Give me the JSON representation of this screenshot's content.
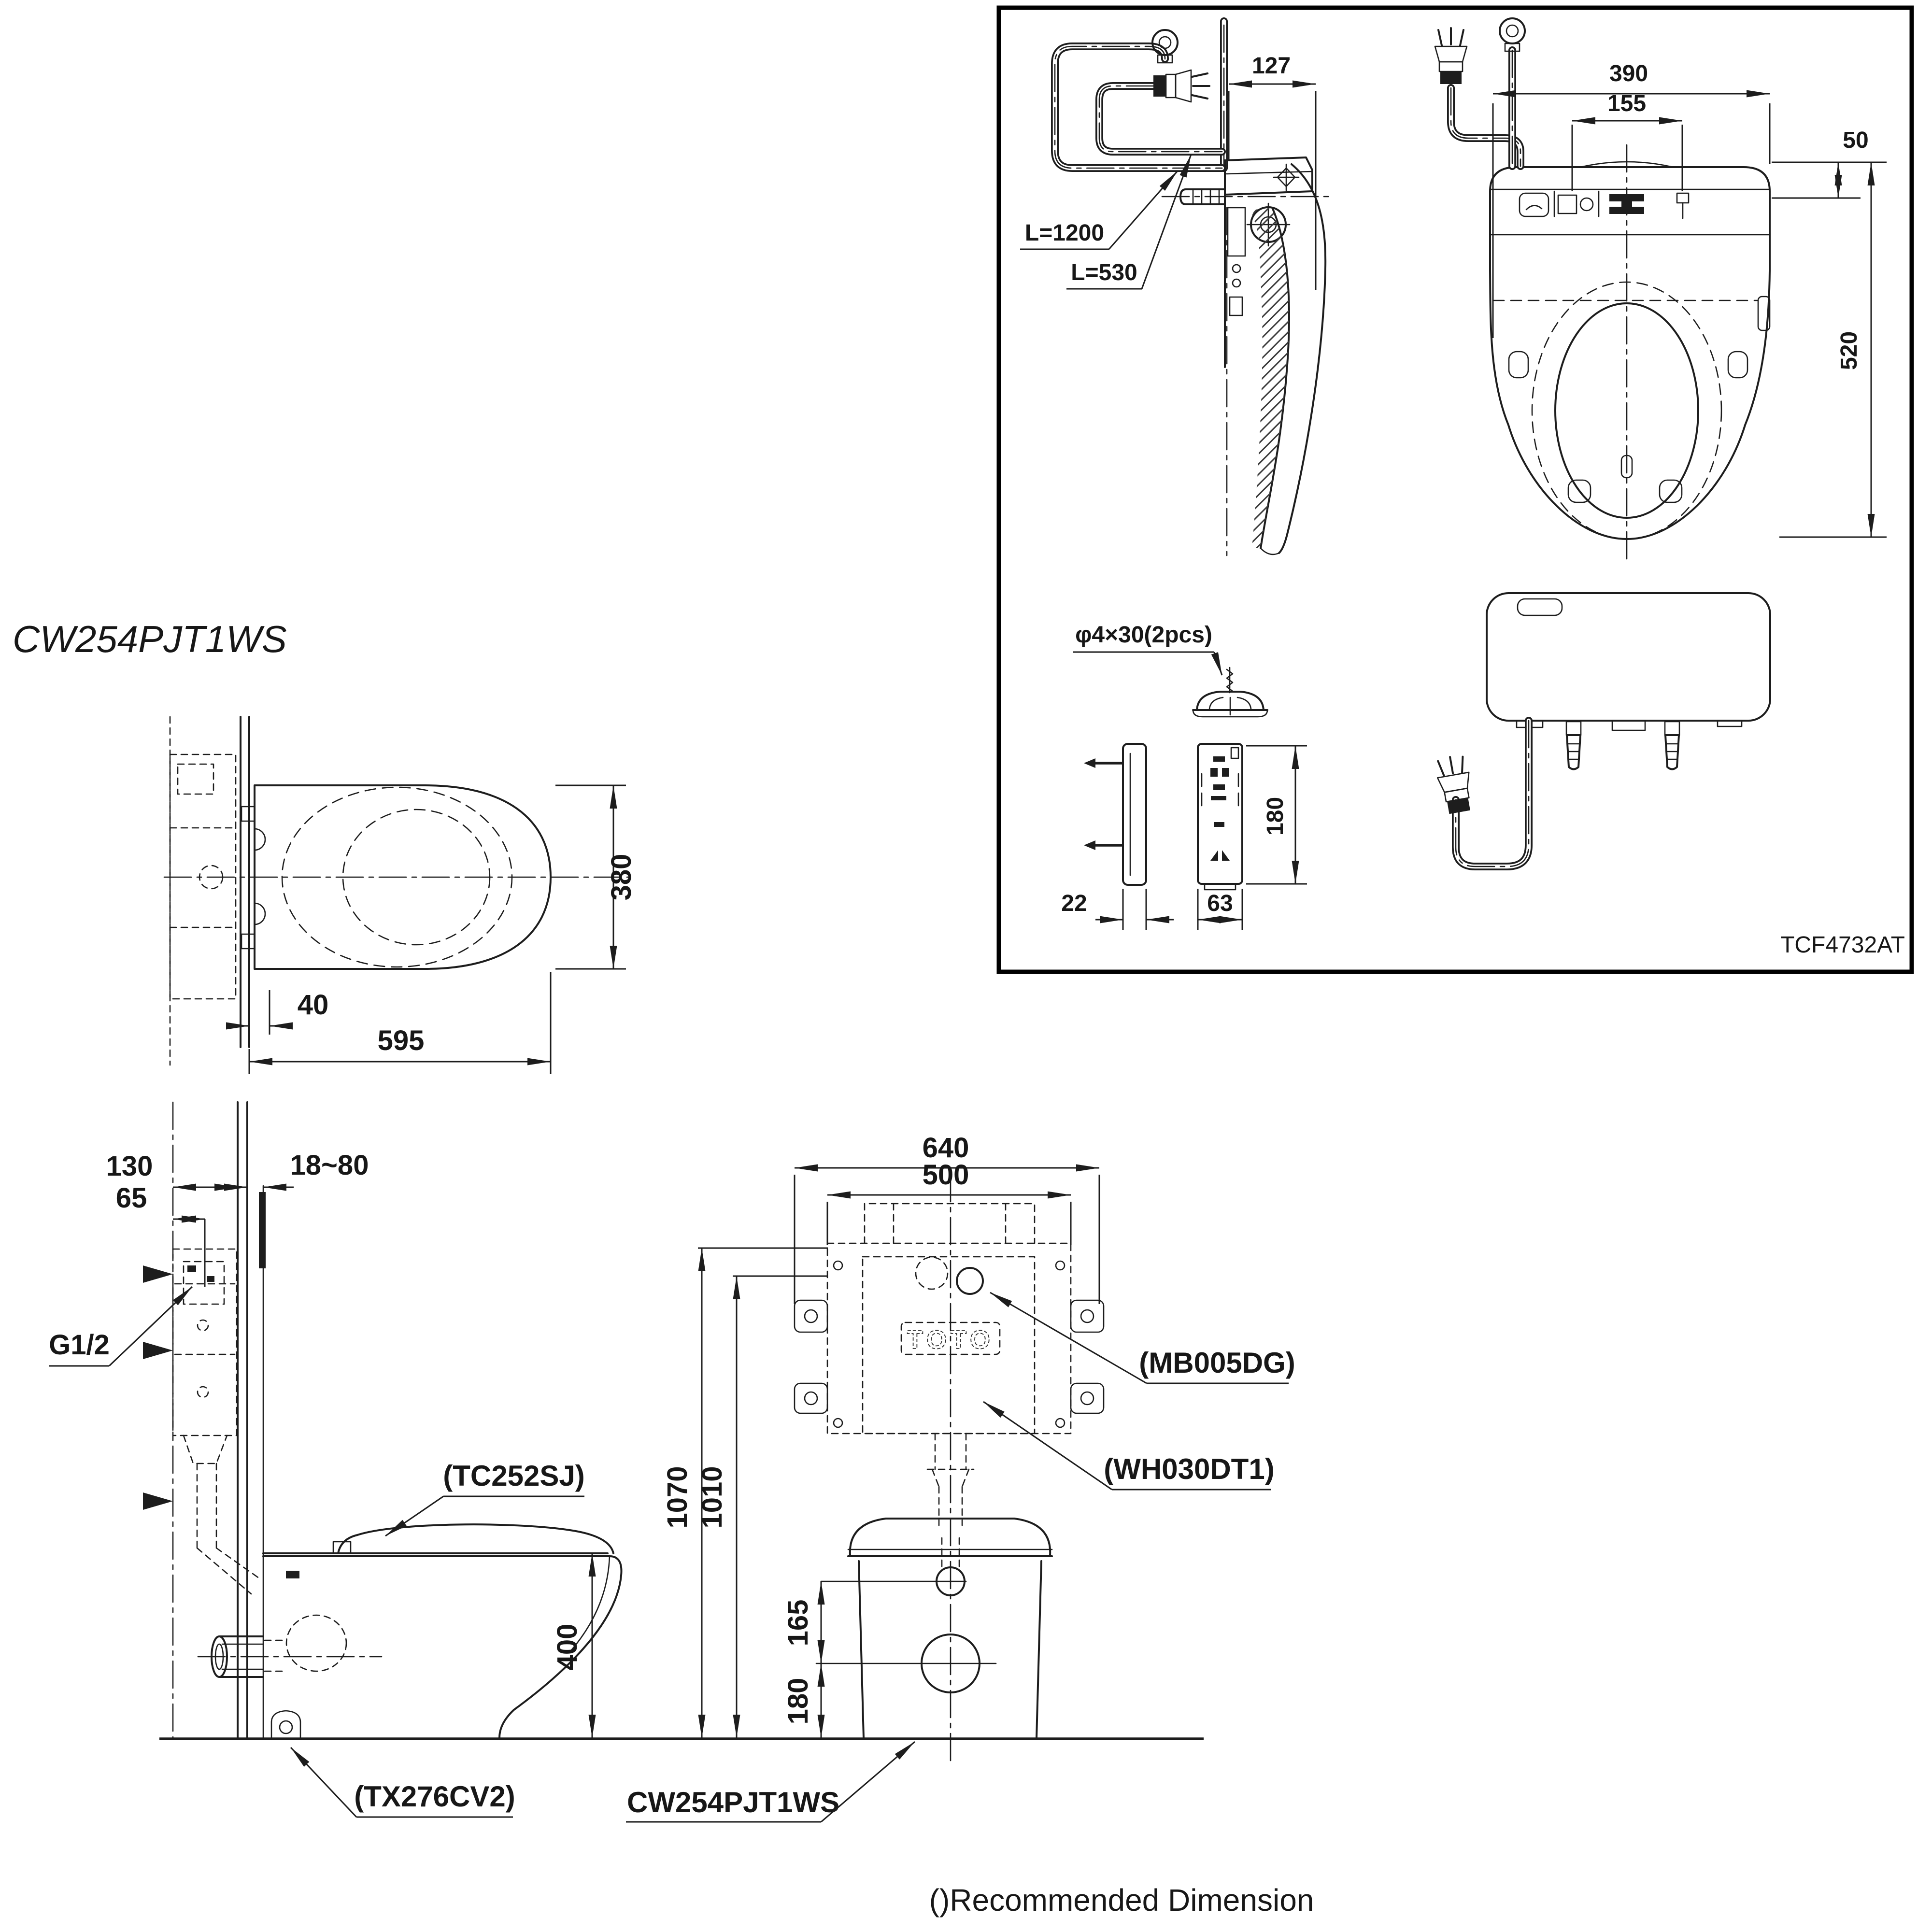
{
  "title": {
    "toilet_model_heading": "CW254PJT1WS"
  },
  "box": {
    "model_code": "TCF4732AT",
    "side_view": {
      "depth": "127",
      "cord": "L=1200",
      "hose": "L=530"
    },
    "top_view": {
      "width": "390",
      "panel_width": "155",
      "lid_edge": "50",
      "depth": "520"
    },
    "screw": {
      "spec": "φ4×30(2pcs)"
    },
    "remote": {
      "thickness": "22",
      "width": "63",
      "height": "180"
    }
  },
  "top_view_toilet": {
    "seat_width": "380",
    "rear_gap": "40",
    "depth": "595"
  },
  "side_view_install": {
    "tank_depth": "130",
    "half_depth": "65",
    "wall_thickness": "18~80",
    "thread": "G1/2",
    "seat_model": "(TC252SJ)",
    "bowl_height": "400",
    "floor_fix_model": "(TX276CV2)"
  },
  "front_view_install": {
    "frame_width": "640",
    "tank_width": "500",
    "total_height": "1070",
    "tank_top_height": "1010",
    "supply_offset": "165",
    "flush_center_height": "180",
    "bracket_model": "(MB005DG)",
    "tank_model": "(WH030DT1)",
    "bowl_model": "CW254PJT1WS",
    "logo": "TOTO"
  },
  "footer": {
    "note": "()Recommended Dimension"
  }
}
